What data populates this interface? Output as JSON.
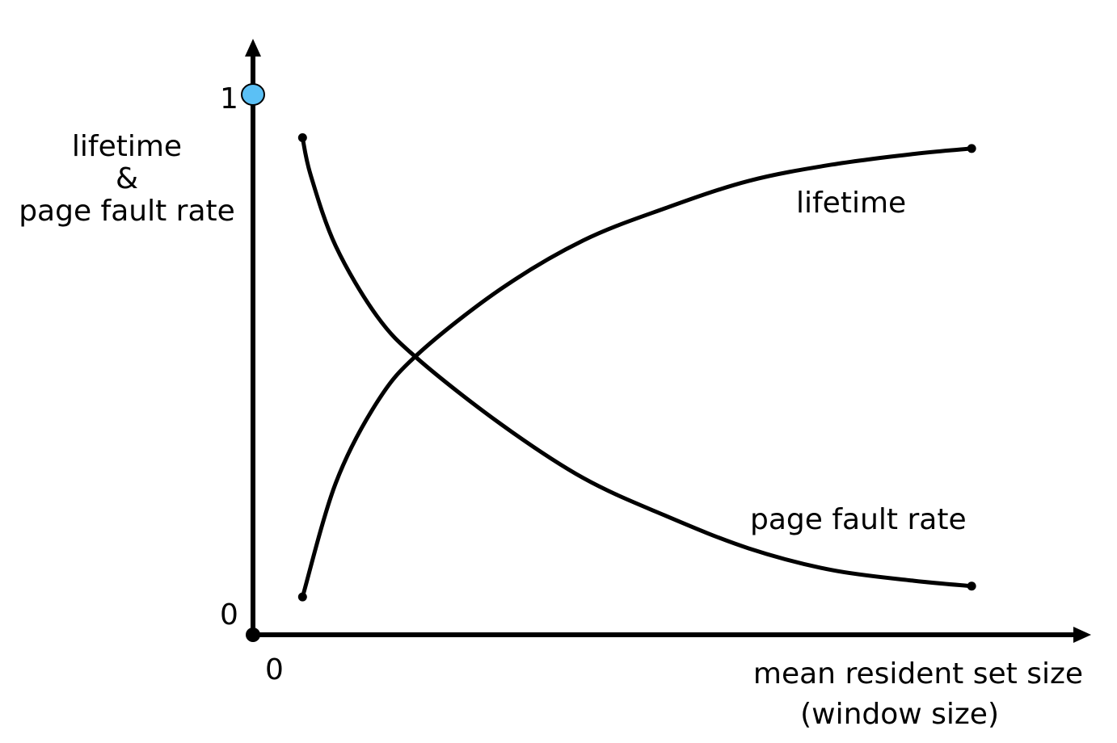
{
  "chart_data": {
    "type": "line",
    "title": "",
    "ylabel_lines": [
      "lifetime",
      "&",
      "page fault rate"
    ],
    "xlabel_lines": [
      "mean resident set size",
      "(window size)"
    ],
    "y_ticks": [
      "0",
      "1"
    ],
    "x_ticks": [
      "0"
    ],
    "xlim": [
      0,
      1
    ],
    "ylim": [
      0,
      1
    ],
    "grid": false,
    "legend": "none",
    "marker_color": "#5bc0f5",
    "series": [
      {
        "name": "lifetime",
        "label": "lifetime",
        "x": [
          0.06,
          0.1,
          0.15,
          0.2,
          0.3,
          0.4,
          0.5,
          0.6,
          0.7,
          0.8,
          0.87
        ],
        "y": [
          0.07,
          0.28,
          0.43,
          0.52,
          0.64,
          0.73,
          0.79,
          0.84,
          0.87,
          0.89,
          0.9
        ]
      },
      {
        "name": "page fault rate",
        "label": "page fault rate",
        "x": [
          0.06,
          0.07,
          0.1,
          0.15,
          0.2,
          0.3,
          0.4,
          0.5,
          0.6,
          0.7,
          0.8,
          0.87
        ],
        "y": [
          0.92,
          0.85,
          0.72,
          0.59,
          0.51,
          0.39,
          0.29,
          0.22,
          0.16,
          0.12,
          0.1,
          0.09
        ]
      }
    ]
  }
}
